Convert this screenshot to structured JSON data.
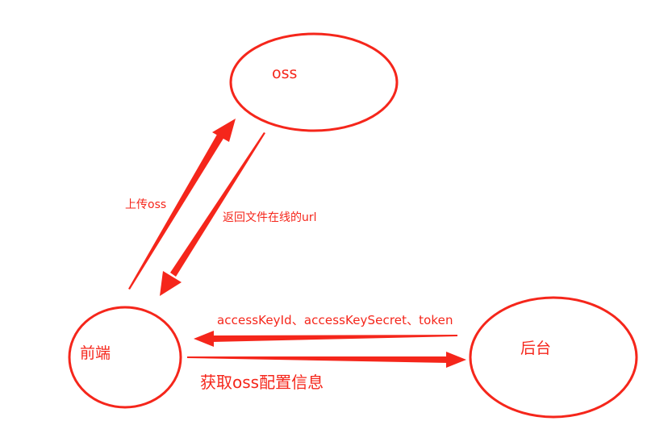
{
  "colors": {
    "stroke": "#f5261b",
    "text": "#f5261b",
    "background": "#ffffff"
  },
  "nodes": {
    "oss": {
      "label": "oss",
      "shape": "ellipse"
    },
    "frontend": {
      "label": "前端",
      "shape": "ellipse"
    },
    "backend": {
      "label": "后台",
      "shape": "ellipse"
    }
  },
  "edges": {
    "upload": {
      "from": "frontend",
      "to": "oss",
      "label": "上传oss"
    },
    "return_url": {
      "from": "oss",
      "to": "frontend",
      "label": "返回文件在线的url"
    },
    "get_config": {
      "from": "frontend",
      "to": "backend",
      "label": "获取oss配置信息"
    },
    "credentials": {
      "from": "backend",
      "to": "frontend",
      "label": "accessKeyId、accessKeySecret、token"
    }
  }
}
